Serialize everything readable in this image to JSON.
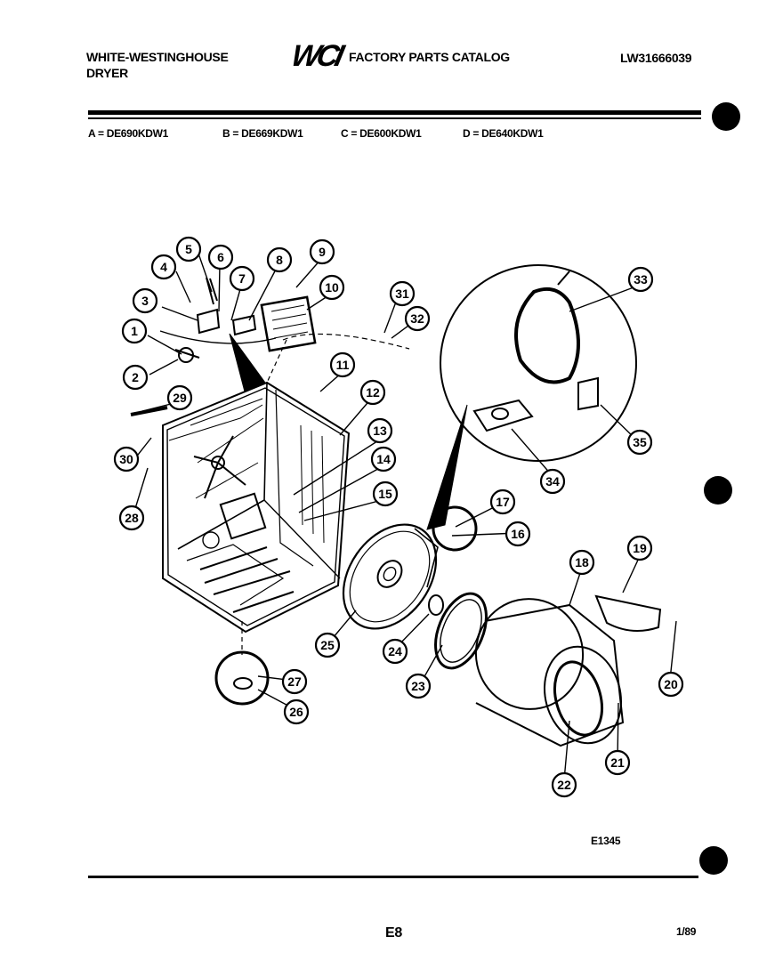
{
  "header": {
    "brand": "WHITE-WESTINGHOUSE",
    "product": "DRYER",
    "logo": "WCI",
    "catalog_title": "FACTORY PARTS CATALOG",
    "catalog_number": "LW31666039"
  },
  "models": [
    "A = DE690KDW1",
    "B = DE669KDW1",
    "C = DE600KDW1",
    "D = DE640KDW1"
  ],
  "callouts": [
    "1",
    "2",
    "3",
    "4",
    "5",
    "6",
    "7",
    "8",
    "9",
    "10",
    "11",
    "12",
    "13",
    "14",
    "15",
    "16",
    "17",
    "18",
    "19",
    "20",
    "21",
    "22",
    "23",
    "24",
    "25",
    "26",
    "27",
    "28",
    "29",
    "30",
    "31",
    "32",
    "33",
    "34",
    "35"
  ],
  "footer": {
    "figure_code": "E1345",
    "page": "E8",
    "date": "1/89"
  }
}
